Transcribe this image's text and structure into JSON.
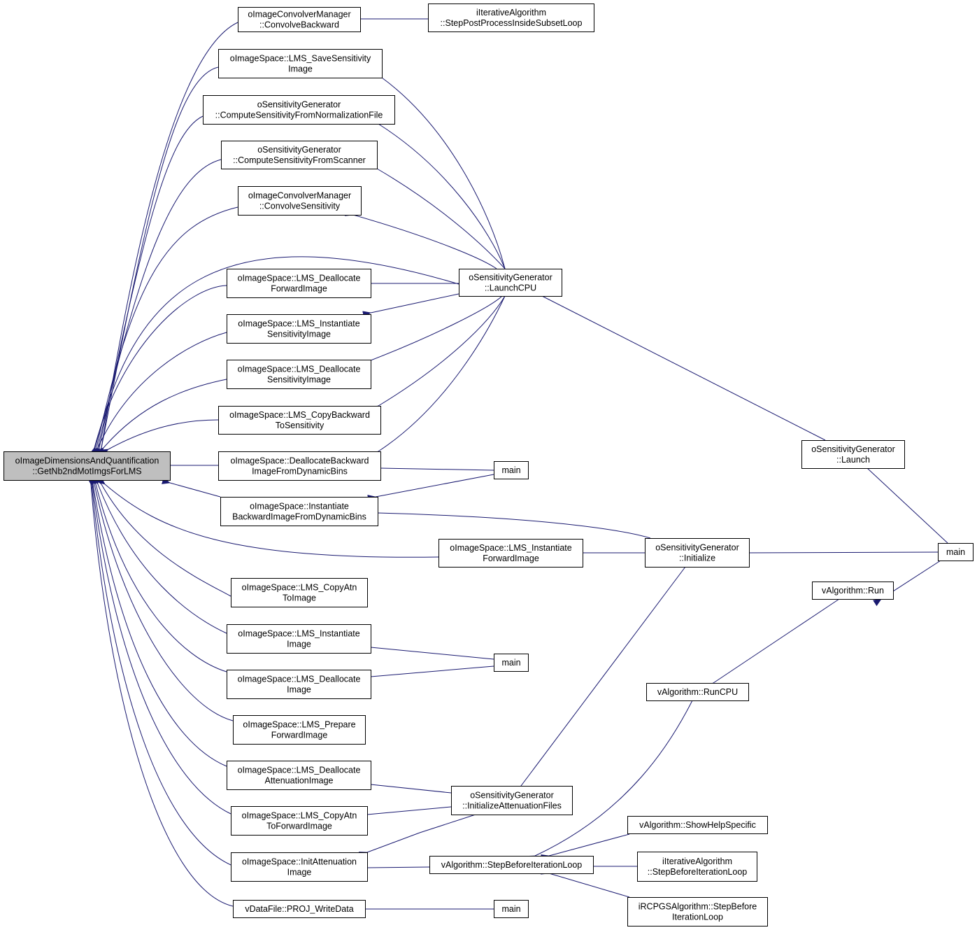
{
  "graph": {
    "title": "",
    "edge_color": "#191970",
    "root_fill": "#bfbfbf",
    "root": {
      "id": "n0",
      "lines": [
        "oImageDimensionsAndQuantification",
        "::GetNb2ndMotImgsForLMS"
      ]
    },
    "nodes": [
      {
        "id": "n1",
        "lines": [
          "oImageConvolverManager",
          "::ConvolveBackward"
        ]
      },
      {
        "id": "n2",
        "lines": [
          "iIterativeAlgorithm",
          "::StepPostProcessInsideSubsetLoop"
        ]
      },
      {
        "id": "n3",
        "lines": [
          "oImageSpace::LMS_SaveSensitivity",
          "Image"
        ]
      },
      {
        "id": "n4",
        "lines": [
          "oSensitivityGenerator",
          "::ComputeSensitivityFromNormalizationFile"
        ]
      },
      {
        "id": "n5",
        "lines": [
          "oSensitivityGenerator",
          "::ComputeSensitivityFromScanner"
        ]
      },
      {
        "id": "n6",
        "lines": [
          "oImageConvolverManager",
          "::ConvolveSensitivity"
        ]
      },
      {
        "id": "n7",
        "lines": [
          "oSensitivityGenerator",
          "::LaunchCPU"
        ]
      },
      {
        "id": "n8",
        "lines": [
          "oImageSpace::LMS_Deallocate",
          "ForwardImage"
        ]
      },
      {
        "id": "n9",
        "lines": [
          "oImageSpace::LMS_Instantiate",
          "SensitivityImage"
        ]
      },
      {
        "id": "n10",
        "lines": [
          "oImageSpace::LMS_Deallocate",
          "SensitivityImage"
        ]
      },
      {
        "id": "n11",
        "lines": [
          "oImageSpace::LMS_CopyBackward",
          "ToSensitivity"
        ]
      },
      {
        "id": "n12",
        "lines": [
          "oImageSpace::DeallocateBackward",
          "ImageFromDynamicBins"
        ]
      },
      {
        "id": "n13",
        "lines": [
          "main"
        ]
      },
      {
        "id": "n14",
        "lines": [
          "oImageSpace::Instantiate",
          "BackwardImageFromDynamicBins"
        ]
      },
      {
        "id": "n15",
        "lines": [
          "oSensitivityGenerator",
          "::Launch"
        ]
      },
      {
        "id": "n16",
        "lines": [
          "oImageSpace::LMS_Instantiate",
          "ForwardImage"
        ]
      },
      {
        "id": "n17",
        "lines": [
          "oSensitivityGenerator",
          "::Initialize"
        ]
      },
      {
        "id": "n18",
        "lines": [
          "main"
        ]
      },
      {
        "id": "n19",
        "lines": [
          "oImageSpace::LMS_CopyAtn",
          "ToImage"
        ]
      },
      {
        "id": "n20",
        "lines": [
          "vAlgorithm::Run"
        ]
      },
      {
        "id": "n21",
        "lines": [
          "oImageSpace::LMS_Instantiate",
          "Image"
        ]
      },
      {
        "id": "n22",
        "lines": [
          "main"
        ]
      },
      {
        "id": "n23",
        "lines": [
          "oImageSpace::LMS_Deallocate",
          "Image"
        ]
      },
      {
        "id": "n24",
        "lines": [
          "vAlgorithm::RunCPU"
        ]
      },
      {
        "id": "n25",
        "lines": [
          "oImageSpace::LMS_Prepare",
          "ForwardImage"
        ]
      },
      {
        "id": "n26",
        "lines": [
          "oImageSpace::LMS_Deallocate",
          "AttenuationImage"
        ]
      },
      {
        "id": "n27",
        "lines": [
          "oSensitivityGenerator",
          "::InitializeAttenuationFiles"
        ]
      },
      {
        "id": "n28",
        "lines": [
          "oImageSpace::LMS_CopyAtn",
          "ToForwardImage"
        ]
      },
      {
        "id": "n29",
        "lines": [
          "vAlgorithm::ShowHelpSpecific"
        ]
      },
      {
        "id": "n30",
        "lines": [
          "oImageSpace::InitAttenuation",
          "Image"
        ]
      },
      {
        "id": "n31",
        "lines": [
          "vAlgorithm::StepBeforeIterationLoop"
        ]
      },
      {
        "id": "n32",
        "lines": [
          "iIterativeAlgorithm",
          "::StepBeforeIterationLoop"
        ]
      },
      {
        "id": "n33",
        "lines": [
          "vDataFile::PROJ_WriteData"
        ]
      },
      {
        "id": "n34",
        "lines": [
          "main"
        ]
      },
      {
        "id": "n35",
        "lines": [
          "iRCPGSAlgorithm::StepBefore",
          "IterationLoop"
        ]
      }
    ],
    "edges": [
      [
        "n0",
        "n1"
      ],
      [
        "n0",
        "n3"
      ],
      [
        "n0",
        "n4"
      ],
      [
        "n0",
        "n5"
      ],
      [
        "n0",
        "n6"
      ],
      [
        "n0",
        "n7"
      ],
      [
        "n0",
        "n8"
      ],
      [
        "n0",
        "n9"
      ],
      [
        "n0",
        "n10"
      ],
      [
        "n0",
        "n11"
      ],
      [
        "n0",
        "n12"
      ],
      [
        "n0",
        "n14"
      ],
      [
        "n0",
        "n16"
      ],
      [
        "n0",
        "n19"
      ],
      [
        "n0",
        "n21"
      ],
      [
        "n0",
        "n23"
      ],
      [
        "n0",
        "n25"
      ],
      [
        "n0",
        "n26"
      ],
      [
        "n0",
        "n28"
      ],
      [
        "n0",
        "n30"
      ],
      [
        "n0",
        "n33"
      ],
      [
        "n1",
        "n2"
      ],
      [
        "n3",
        "n7"
      ],
      [
        "n4",
        "n7"
      ],
      [
        "n5",
        "n7"
      ],
      [
        "n6",
        "n7"
      ],
      [
        "n8",
        "n7"
      ],
      [
        "n9",
        "n7"
      ],
      [
        "n10",
        "n7"
      ],
      [
        "n11",
        "n7"
      ],
      [
        "n12",
        "n7"
      ],
      [
        "n12",
        "n13"
      ],
      [
        "n14",
        "n13"
      ],
      [
        "n14",
        "n17"
      ],
      [
        "n16",
        "n17"
      ],
      [
        "n7",
        "n15"
      ],
      [
        "n15",
        "n18"
      ],
      [
        "n17",
        "n18"
      ],
      [
        "n20",
        "n18"
      ],
      [
        "n24",
        "n20"
      ],
      [
        "n21",
        "n22"
      ],
      [
        "n23",
        "n22"
      ],
      [
        "n26",
        "n27"
      ],
      [
        "n28",
        "n27"
      ],
      [
        "n30",
        "n27"
      ],
      [
        "n27",
        "n17"
      ],
      [
        "n30",
        "n31"
      ],
      [
        "n31",
        "n24"
      ],
      [
        "n31",
        "n29"
      ],
      [
        "n31",
        "n32"
      ],
      [
        "n31",
        "n35"
      ],
      [
        "n33",
        "n34"
      ]
    ]
  }
}
